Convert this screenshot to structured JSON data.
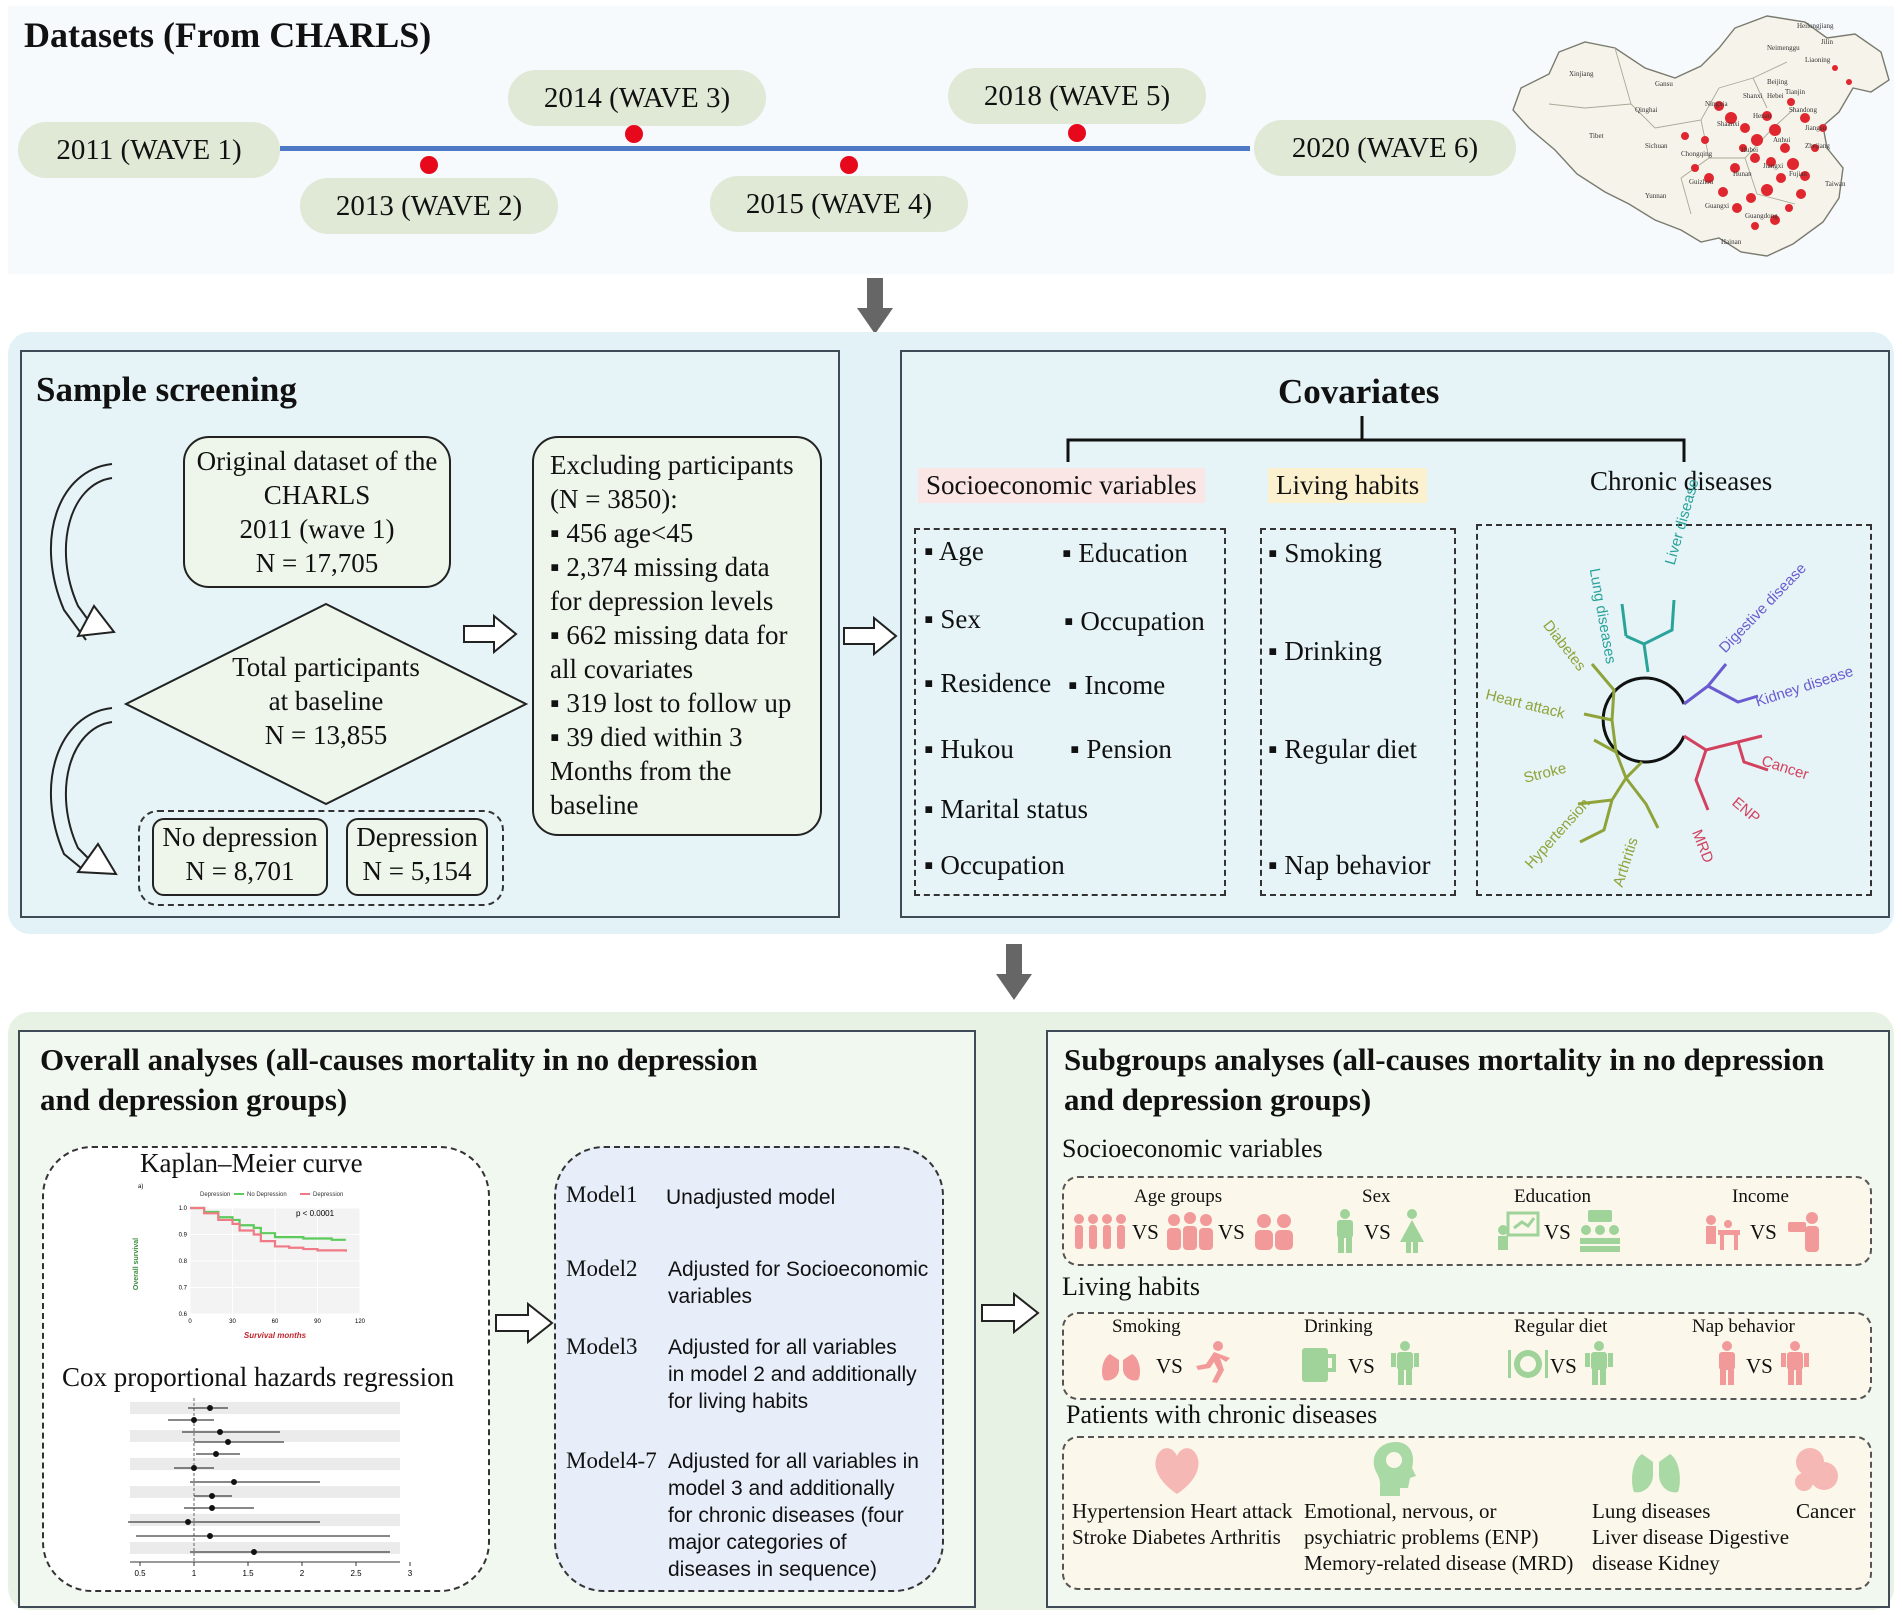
{
  "datasets": {
    "title": "Datasets (From CHARLS)",
    "waves": [
      "2011 (WAVE 1)",
      "2013 (WAVE 2)",
      "2014 (WAVE 3)",
      "2015 (WAVE 4)",
      "2018 (WAVE 5)",
      "2020 (WAVE 6)"
    ],
    "map_labels": [
      "Heilongjiang",
      "Jilin",
      "Neimenggu",
      "Liaoning",
      "Xinjiang",
      "Qinghai",
      "Gansu",
      "Beijing",
      "Tianjin",
      "Hebei",
      "Shanxi",
      "Shandong",
      "Ningxia",
      "Henan",
      "Shaanxi",
      "Jiangsu",
      "Tibet",
      "Sichuan",
      "Chongqing",
      "Hubei",
      "Anhui",
      "Zhejiang",
      "Hunan",
      "Jiangxi",
      "Guizhou",
      "Fujian",
      "Taiwan",
      "Yunnan",
      "Guangxi",
      "Guangdong",
      "Hainan"
    ],
    "accent_line_color": "#4e79c4",
    "dot_color": "#e8081b"
  },
  "screening": {
    "title": "Sample screening",
    "original": [
      "Original dataset of the",
      "CHARLS",
      "2011 (wave 1)",
      "N = 17,705"
    ],
    "total": [
      "Total participants",
      "at baseline",
      "N = 13,855"
    ],
    "no_depression": [
      "No depression",
      "N = 8,701"
    ],
    "depression": [
      "Depression",
      "N = 5,154"
    ],
    "excluding": [
      "Excluding participants",
      "(N = 3850):",
      "▪ 456 age<45",
      "▪ 2,374 missing data",
      "for depression levels",
      "▪ 662 missing data for",
      "all covariates",
      "▪ 319 lost to follow up",
      "▪ 39 died within 3",
      "Months from the",
      "baseline"
    ]
  },
  "covariates": {
    "title": "Covariates",
    "socio_head": "Socioeconomic variables",
    "living_head": "Living habits",
    "chronic_head": "Chronic diseases",
    "socio_items": [
      "▪ Age",
      "▪ Education",
      "▪ Sex",
      "▪ Occupation",
      "▪ Residence",
      "▪ Income",
      "▪ Hukou",
      "▪ Pension",
      "▪ Marital status",
      "▪ Occupation"
    ],
    "living_items": [
      "▪ Smoking",
      "▪ Drinking",
      "▪ Regular diet",
      "▪ Nap behavior"
    ],
    "tree_labels": [
      "Lung diseases",
      "Liver disease",
      "Digestive disease",
      "Kidney disease",
      "Cancer",
      "ENP",
      "MRD",
      "Arthritis",
      "Hypertension",
      "Stroke",
      "Heart attack",
      "Diabetes"
    ],
    "tree_colors": {
      "teal": "#2aa39a",
      "purple": "#6a5bd0",
      "red": "#d2415e",
      "olive": "#8fa33a"
    }
  },
  "overall": {
    "title_line1": "Overall analyses (all-causes mortality in no depression",
    "title_line2": "and depression groups)",
    "km_title": "Kaplan–Meier curve",
    "km_panel_letter": "a)",
    "km_legend_title": "Depression",
    "km_legend_items": [
      "No Depression",
      "Depression"
    ],
    "km_pvalue": "p < 0.0001",
    "km_ylabel": "Overall survival",
    "km_xlabel": "Survival months",
    "km_yticks": [
      "1.0",
      "0.9",
      "0.8",
      "0.7",
      "0.6"
    ],
    "km_xticks": [
      "0",
      "30",
      "60",
      "90",
      "120"
    ],
    "cox_title": "Cox proportional hazards regression",
    "cox_xticks": [
      "0.5",
      "1",
      "1.5",
      "2",
      "2.5",
      "3"
    ],
    "models": [
      {
        "key": "Model1",
        "desc": [
          "Unadjusted model"
        ]
      },
      {
        "key": "Model2",
        "desc": [
          "Adjusted for Socioeconomic",
          "variables"
        ]
      },
      {
        "key": "Model3",
        "desc": [
          "Adjusted for all variables",
          "in model 2 and additionally",
          "for living habits"
        ]
      },
      {
        "key": "Model4-7",
        "desc": [
          "Adjusted for all variables in",
          "model 3 and additionally",
          "for chronic diseases (four",
          "major categories of",
          "diseases in sequence)"
        ]
      }
    ]
  },
  "chart_data": {
    "type": "line",
    "title": "",
    "xlabel": "Survival months",
    "ylabel": "Overall survival",
    "xlim": [
      0,
      120
    ],
    "ylim": [
      0.6,
      1.0
    ],
    "series": [
      {
        "name": "No Depression",
        "x": [
          0,
          10,
          20,
          30,
          35,
          45,
          50,
          60,
          70,
          80,
          90,
          100,
          110
        ],
        "values": [
          1.0,
          0.985,
          0.965,
          0.955,
          0.935,
          0.925,
          0.905,
          0.89,
          0.89,
          0.885,
          0.885,
          0.88,
          0.88
        ]
      },
      {
        "name": "Depression",
        "x": [
          0,
          10,
          20,
          30,
          35,
          45,
          50,
          60,
          70,
          80,
          90,
          100,
          110
        ],
        "values": [
          1.0,
          0.98,
          0.955,
          0.94,
          0.915,
          0.9,
          0.875,
          0.855,
          0.85,
          0.845,
          0.84,
          0.84,
          0.835
        ]
      }
    ],
    "annotation": "p < 0.0001"
  },
  "subgroups": {
    "title_line1": "Subgroups analyses (all-causes mortality in no depression",
    "title_line2": "and depression groups)",
    "socio_head": "Socioeconomic variables",
    "living_head": "Living habits",
    "chronic_head": "Patients with chronic diseases",
    "vs": "VS",
    "socio_labels": [
      "Age groups",
      "Sex",
      "Education",
      "Income"
    ],
    "living_labels": [
      "Smoking",
      "Drinking",
      "Regular diet",
      "Nap behavior"
    ],
    "chronic_texts": [
      [
        "Hypertension Heart attack",
        "Stroke Diabetes Arthritis"
      ],
      [
        "Emotional, nervous, or",
        "psychiatric problems (ENP)",
        "Memory-related disease (MRD)"
      ],
      [
        "Lung diseases",
        "Liver disease Digestive",
        "disease Kidney"
      ],
      [
        "Cancer"
      ]
    ],
    "icon_color_red": "#f29a9a",
    "icon_color_green": "#9fd39a"
  }
}
